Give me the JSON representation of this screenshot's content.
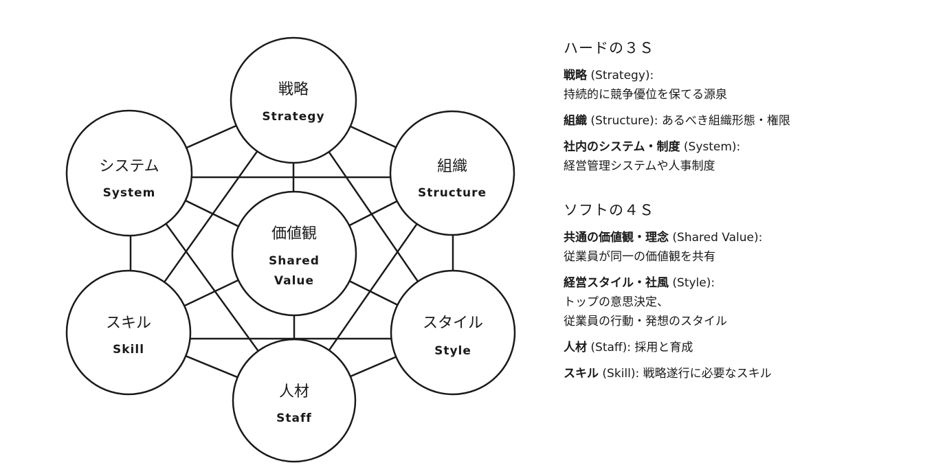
{
  "diagram": {
    "line_color": "#1a1a1a",
    "nodes": {
      "strategy": {
        "ja": "戦略",
        "en": "Strategy"
      },
      "system": {
        "ja": "システム",
        "en": "System"
      },
      "structure": {
        "ja": "組織",
        "en": "Structure"
      },
      "shared_value": {
        "ja": "価値観",
        "en_line1": "Shared",
        "en_line2": "Value"
      },
      "skill": {
        "ja": "スキル",
        "en": "Skill"
      },
      "style": {
        "ja": "スタイル",
        "en": "Style"
      },
      "staff": {
        "ja": "人材",
        "en": "Staff"
      }
    }
  },
  "panel": {
    "hard": {
      "title": "ハードの３Ｓ",
      "items": [
        {
          "term": "戦略",
          "en": " (Strategy):",
          "desc": "持続的に競争優位を保てる源泉"
        },
        {
          "term": "組織",
          "en": " (Structure):",
          "desc": " あるべき組織形態・権限"
        },
        {
          "term": "社内のシステム・制度",
          "en": " (System):",
          "desc": "経営管理システムや人事制度"
        }
      ]
    },
    "soft": {
      "title": "ソフトの４Ｓ",
      "items": [
        {
          "term": "共通の価値観・理念",
          "en": " (Shared Value):",
          "desc": "従業員が同一の価値観を共有"
        },
        {
          "term": "経営スタイル・社風",
          "en": " (Style):",
          "desc": "トップの意思決定、",
          "desc2": "従業員の行動・発想のスタイル"
        },
        {
          "term": "人材",
          "en": " (Staff):",
          "desc": " 採用と育成"
        },
        {
          "term": "スキル",
          "en": " (Skill):",
          "desc": " 戦略遂行に必要なスキル"
        }
      ]
    }
  }
}
